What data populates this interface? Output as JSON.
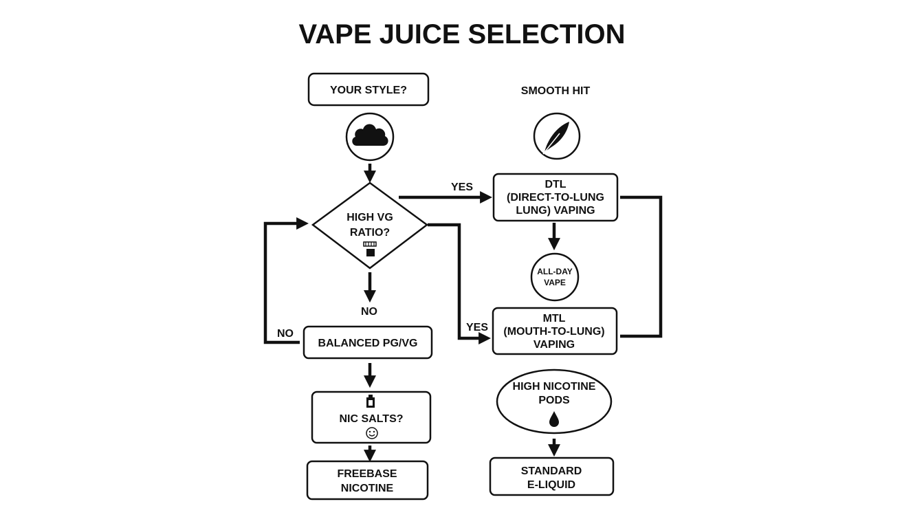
{
  "title": "VAPE JUICE SELECTION",
  "nodes": {
    "your_style": "YOUR STYLE?",
    "smooth_hit": "SMOOTH HIT",
    "high_vg": [
      "HIGH VG",
      "RATIO?"
    ],
    "dtl": [
      "DTL",
      "(DIRECT-TO-LUNG",
      "LUNG) VAPING"
    ],
    "all_day": [
      "ALL-DAY",
      "VAPE"
    ],
    "mtl": [
      "MTL",
      "(MOUTH-TO-LUNG)",
      "VAPING"
    ],
    "balanced": "BALANCED PG/VG",
    "nic_salts": "NIC SALTS?",
    "high_nic_pods": [
      "HIGH NICOTINE",
      "PODS"
    ],
    "freebase": [
      "FREEBASE",
      "NICOTINE"
    ],
    "standard": [
      "STANDARD",
      "E-LIQUID"
    ]
  },
  "edge_labels": {
    "yes_top": "YES",
    "no_below": "NO",
    "no_left": "NO",
    "yes_mid": "YES"
  },
  "icons": [
    "cloud-icon",
    "feather-icon",
    "coil-icon",
    "bottle-icon",
    "smiley-icon",
    "drop-icon"
  ]
}
